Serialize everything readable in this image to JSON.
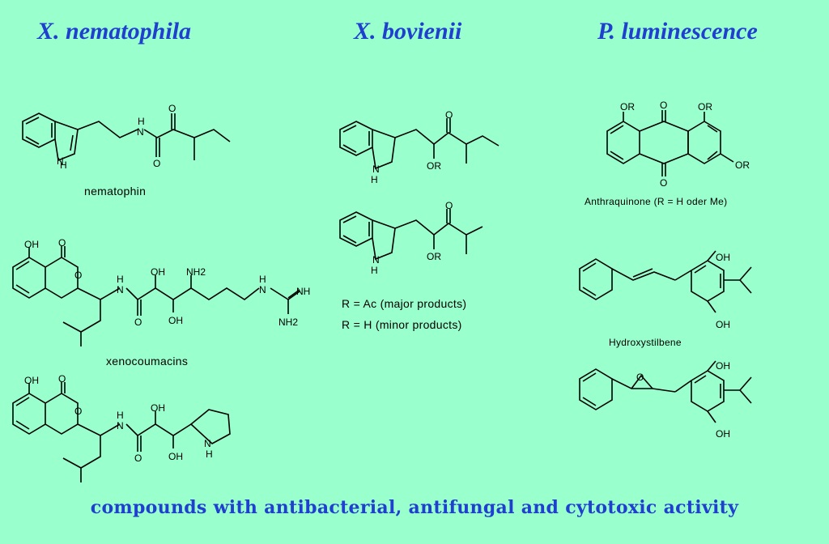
{
  "headers": {
    "col1": "X. nematophila",
    "col2": "X. bovienii",
    "col3": "P. luminescence"
  },
  "labels": {
    "nematophin": "nematophin",
    "xenocoumacins": "xenocoumacins",
    "r_ac": "R = Ac (major products)",
    "r_h": "R = H (minor products)",
    "anthraquinone": "Anthraquinone (R = H oder Me)",
    "hydroxystilbene": "Hydroxystilbene"
  },
  "atoms": {
    "H": "H",
    "N": "N",
    "NH": "NH",
    "O": "O",
    "OH": "OH",
    "OR": "OR",
    "NH2": "NH2",
    "NH2_alt": "NH2"
  },
  "footer": "compounds with antibacterial, antifungal and cytotoxic activity",
  "colors": {
    "background": "#99ffcc",
    "title_blue": "#1f3fcf"
  }
}
